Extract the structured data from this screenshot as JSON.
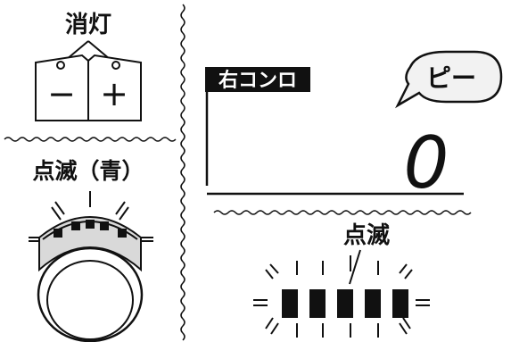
{
  "left_panel": {
    "top_label": "消灯",
    "minus_symbol": "−",
    "plus_symbol": "+",
    "dial_label": "点滅（青）"
  },
  "right_panel": {
    "burner_label": "右コンロ",
    "beep_text": "ピー",
    "display_digit": "0",
    "blink_label": "点滅"
  },
  "colors": {
    "ink": "#111111",
    "label_bg": "#111111",
    "label_text": "#ffffff",
    "bubble_fill": "#f2f2f2",
    "led_fill": "#111111",
    "knob_shade": "#d9d9d9"
  },
  "indicators": {
    "dial_led_count": 5,
    "display_segment_count": 5
  }
}
